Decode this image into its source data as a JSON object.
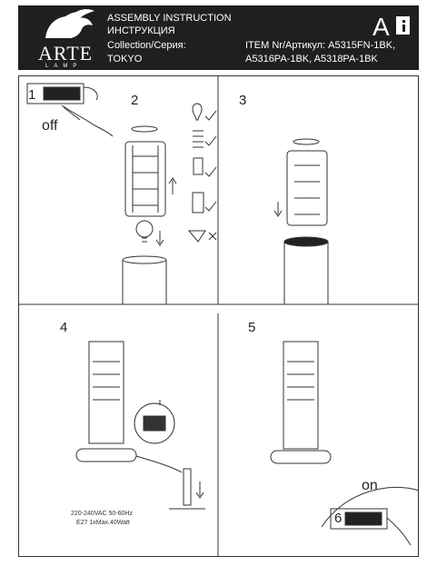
{
  "header": {
    "logo": "ARTE",
    "logo_sub": "LAMP",
    "title_en": "ASSEMBLY INSTRUCTION",
    "title_ru": "ИНСТРУКЦИЯ",
    "collection_label": "Collection/Серия:",
    "collection_value": "TOKYO",
    "item_line1": "ITEM Nr/Артикул: A5315FN-1BK,",
    "item_line2": "A5316PA-1BK, A5318PA-1BK",
    "page_letter": "A"
  },
  "steps": {
    "s1": "1",
    "s2": "2",
    "s3": "3",
    "s4": "4",
    "s5": "5",
    "s6": "6"
  },
  "labels": {
    "off": "off",
    "on": "on"
  },
  "spec": {
    "line1": "220-240VAC  50-60Hz",
    "line2": "E27  1xMax.40Watt"
  },
  "colors": {
    "header_bg": "#1f1f1f",
    "ink": "#333333"
  }
}
